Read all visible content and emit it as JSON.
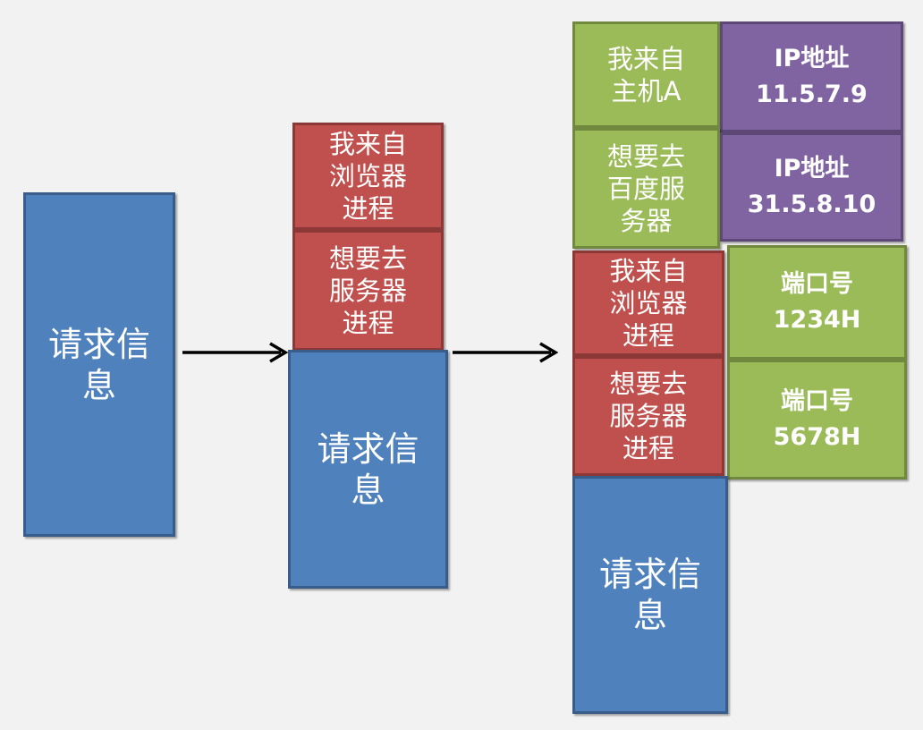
{
  "stage1": {
    "request": "请求信\n息"
  },
  "stage2": {
    "from": "我来自\n浏览器\n进程",
    "to": "想要去\n服务器\n进程",
    "request": "请求信\n息"
  },
  "stage3": {
    "from_host": "我来自\n主机A",
    "ip_from": "IP地址\n11.5.7.9",
    "to_host": "想要去\n百度服\n务器",
    "ip_to": "IP地址\n31.5.8.10",
    "from_process": "我来自\n浏览器\n进程",
    "port_from": "端口号\n1234H",
    "to_process": "想要去\n服务器\n进程",
    "port_to": "端口号\n5678H",
    "request": "请求信\n息"
  },
  "colors": {
    "request": "#4f81bd",
    "process": "#c0504d",
    "host": "#9bbb59",
    "ip": "#8064a2",
    "port": "#9bbb59",
    "arrow": "#000000"
  }
}
